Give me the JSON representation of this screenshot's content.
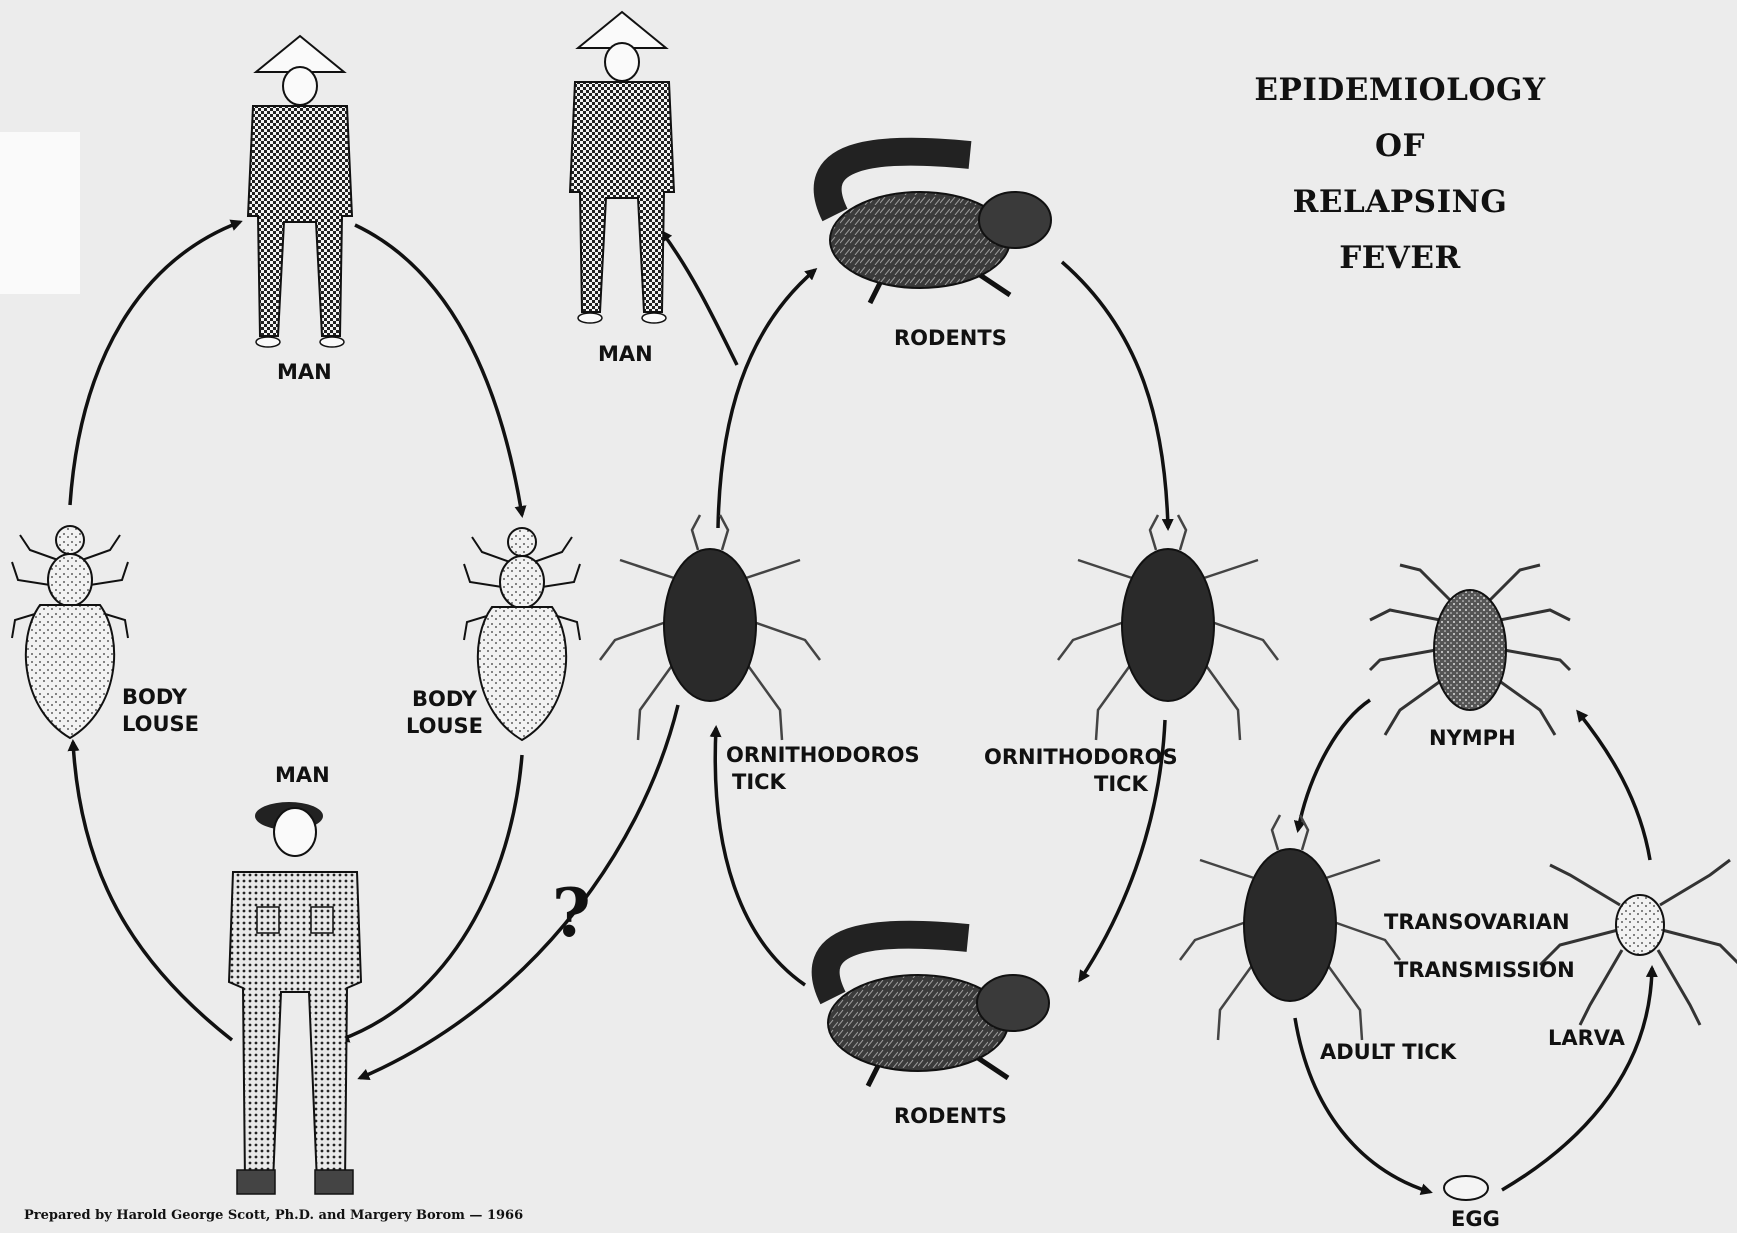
{
  "title": {
    "line1": "EPIDEMIOLOGY",
    "line2": "OF",
    "line3": "RELAPSING",
    "line4": "FEVER"
  },
  "labels": {
    "man_top_left": "MAN",
    "man_top_middle": "MAN",
    "man_bottom": "MAN",
    "rodents_top": "RODENTS",
    "rodents_bottom": "RODENTS",
    "body_louse_left": [
      "BODY",
      "LOUSE"
    ],
    "body_louse_right": [
      "BODY",
      "LOUSE"
    ],
    "ornithodoros_tick_left": [
      "ORNITHODOROS",
      "TICK"
    ],
    "ornithodoros_tick_right": [
      "ORNITHODOROS",
      "TICK"
    ],
    "nymph": "NYMPH",
    "adult_tick": "ADULT TICK",
    "larva": "LARVA",
    "egg": "EGG",
    "transovarian": [
      "TRANSOVARIAN",
      "TRANSMISSION"
    ],
    "question": "?"
  },
  "credit": "Prepared by Harold George Scott, Ph.D. and Margery Borom — 1966"
}
